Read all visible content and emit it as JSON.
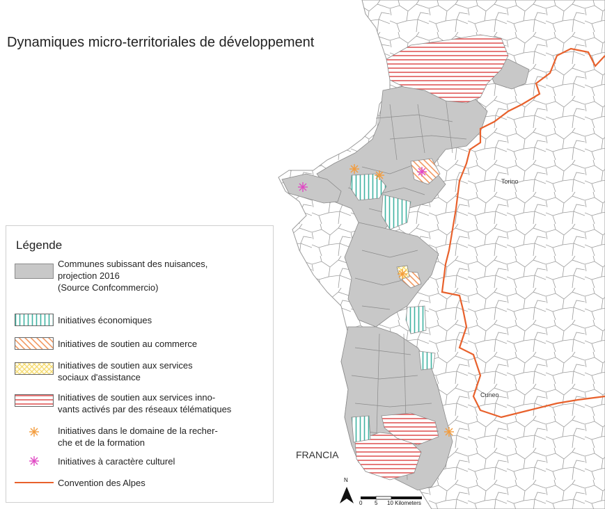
{
  "map": {
    "title": "Dynamiques micro-territoriales de développement",
    "labels": {
      "torino": "Torino",
      "cuneo": "Cuneo",
      "francia": "FRANCIA"
    },
    "scale": {
      "north": "N",
      "ticks": [
        "0",
        "5",
        "10 Kilometers"
      ]
    },
    "colors": {
      "commune_fill": "#c8c8c8",
      "boundary": "#9a9a9a",
      "economic_stripes": "#3fb3a2",
      "commerce_hatch": "#f08a4b",
      "social_hatch": "#f3d45a",
      "telematic_stripes": "#e05757",
      "research_star": "#f39c3d",
      "culture_star": "#e049c4",
      "alps_line": "#e8612c"
    }
  },
  "legend": {
    "title": "Légende",
    "items": [
      {
        "label1": "Communes subissant des nuisances,",
        "label2": "projection 2016",
        "label3": "(Source Confcommercio)"
      },
      {
        "label1": "Initiatives économiques"
      },
      {
        "label1": "Initiatives de soutien au commerce"
      },
      {
        "label1": "Initiatives de soutien aux services",
        "label2": "sociaux d'assistance"
      },
      {
        "label1": "Initiatives de soutien aux services inno-",
        "label2": "vants activés par des réseaux télématiques"
      },
      {
        "label1": "Initiatives dans le domaine de la recher-",
        "label2": "che et de la formation"
      },
      {
        "label1": "Initiatives à caractère culturel"
      },
      {
        "label1": "Convention des Alpes"
      }
    ]
  }
}
